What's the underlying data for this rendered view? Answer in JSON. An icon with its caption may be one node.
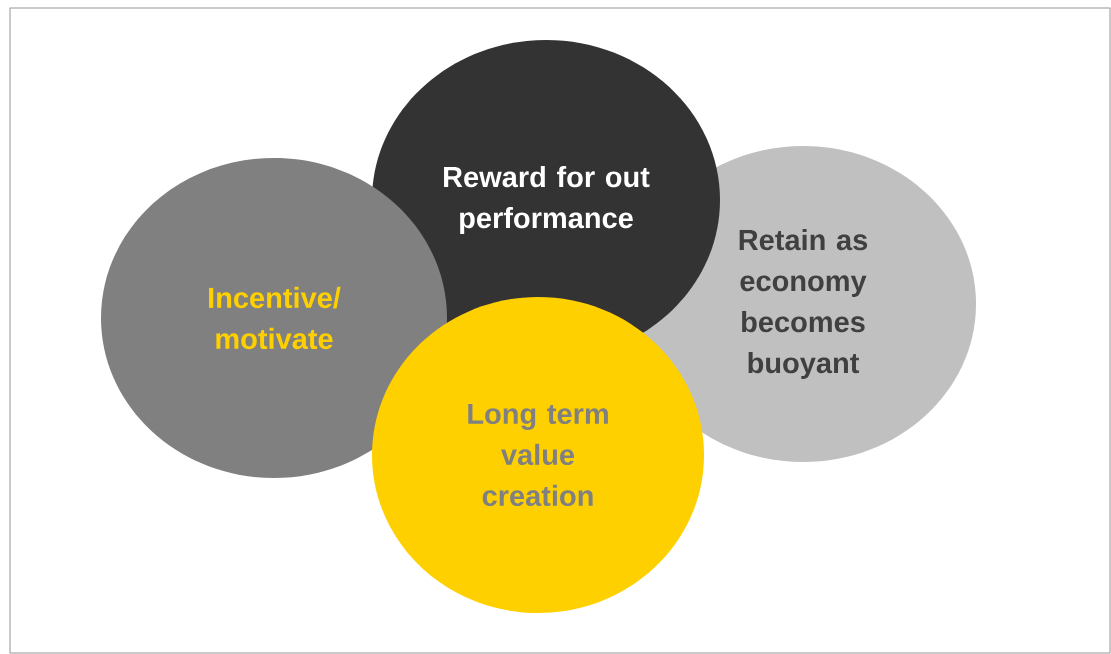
{
  "diagram": {
    "nodes": [
      {
        "text": [
          "Reward for out performance"
        ]
      },
      {
        "text": [
          "Incentive/ motivate"
        ]
      },
      {
        "text": [
          "Retain as economy becomes buoyant"
        ]
      },
      {
        "text": [
          "Long term value creation"
        ]
      }
    ]
  }
}
